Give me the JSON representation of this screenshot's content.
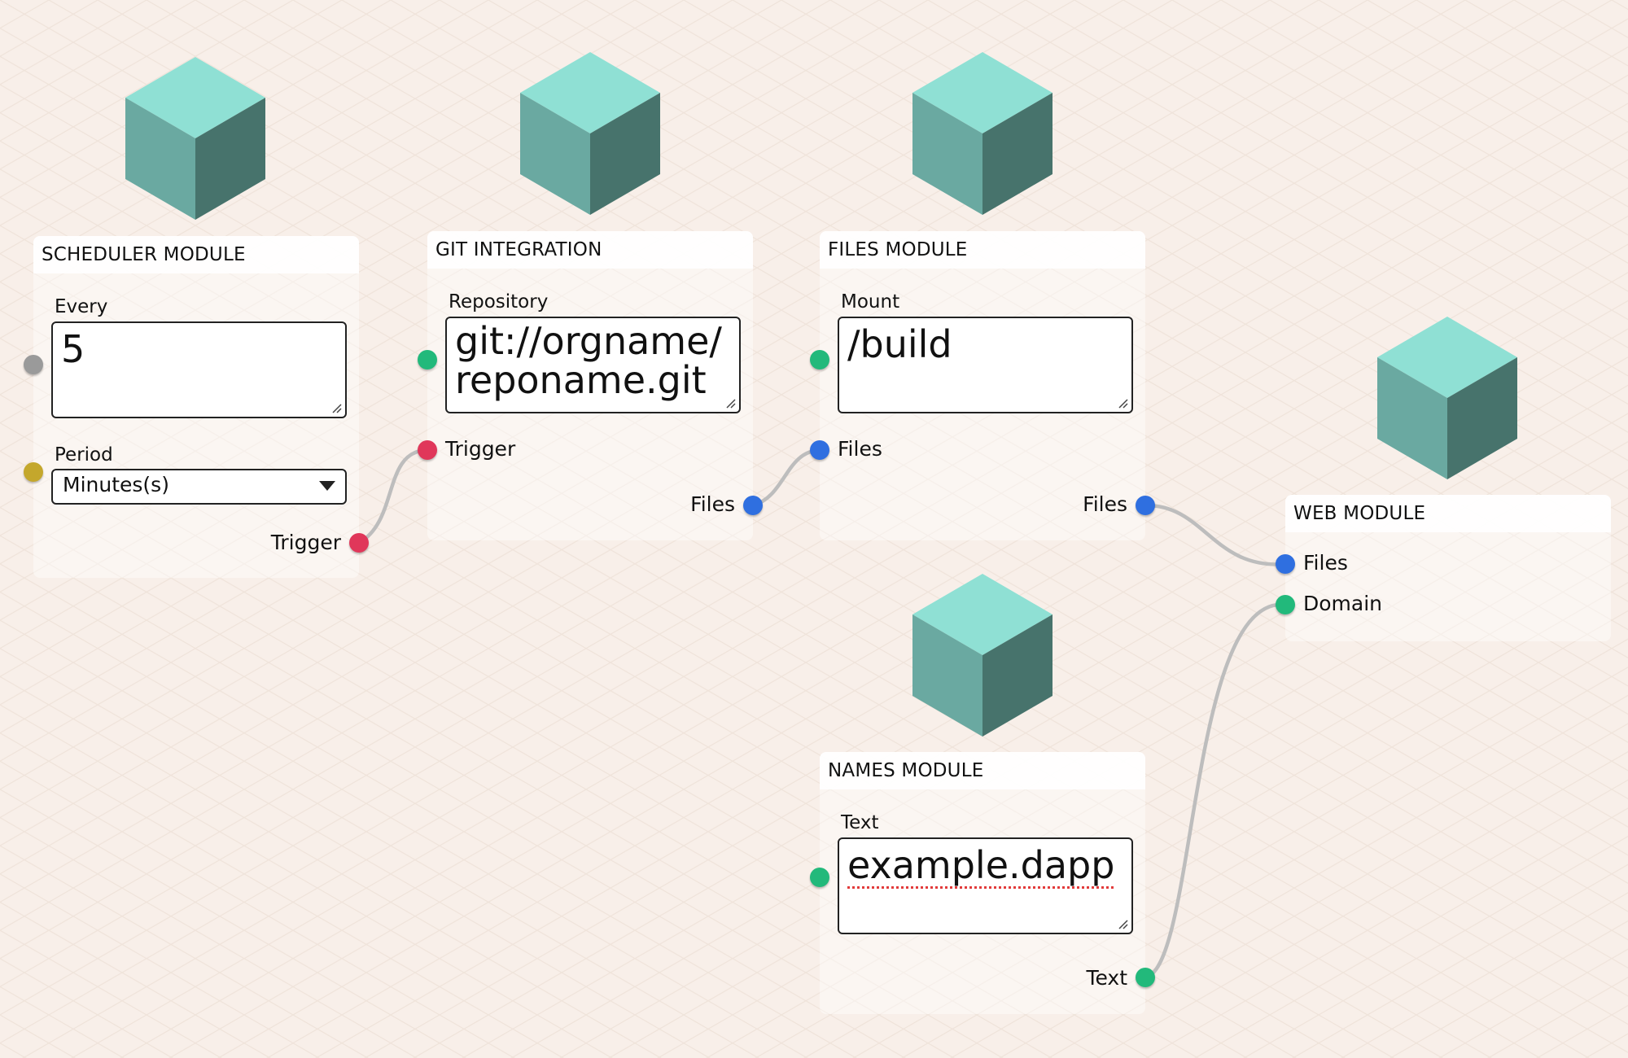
{
  "colors": {
    "background": "#f8efe9",
    "grid": "#efe3da",
    "cube_top": "#8fe0d4",
    "cube_left": "#6aa9a1",
    "cube_right": "#47736c",
    "port_gray": "#9a9a9a",
    "port_yellow": "#c4a72c",
    "port_green": "#22b97b",
    "port_red": "#e0375a",
    "port_blue": "#2f6fe0",
    "wire": "#bdbdbd"
  },
  "icons": [
    "module-cube-icon"
  ],
  "scheduler": {
    "title": "SCHEDULER MODULE",
    "every_label": "Every",
    "every_value": "5",
    "period_label": "Period",
    "period_value": "Minutes(s)",
    "out_trigger": "Trigger"
  },
  "git": {
    "title": "GIT INTEGRATION",
    "repo_label": "Repository",
    "repo_line1": "git://orgname/",
    "repo_line2": "reponame.git",
    "in_trigger": "Trigger",
    "out_files": "Files"
  },
  "files": {
    "title": "FILES MODULE",
    "mount_label": "Mount",
    "mount_value": "/build",
    "in_files": "Files",
    "out_files": "Files"
  },
  "web": {
    "title": "WEB MODULE",
    "in_files": "Files",
    "in_domain": "Domain"
  },
  "names": {
    "title": "NAMES MODULE",
    "text_label": "Text",
    "text_value": "example.dapp",
    "out_text": "Text"
  }
}
